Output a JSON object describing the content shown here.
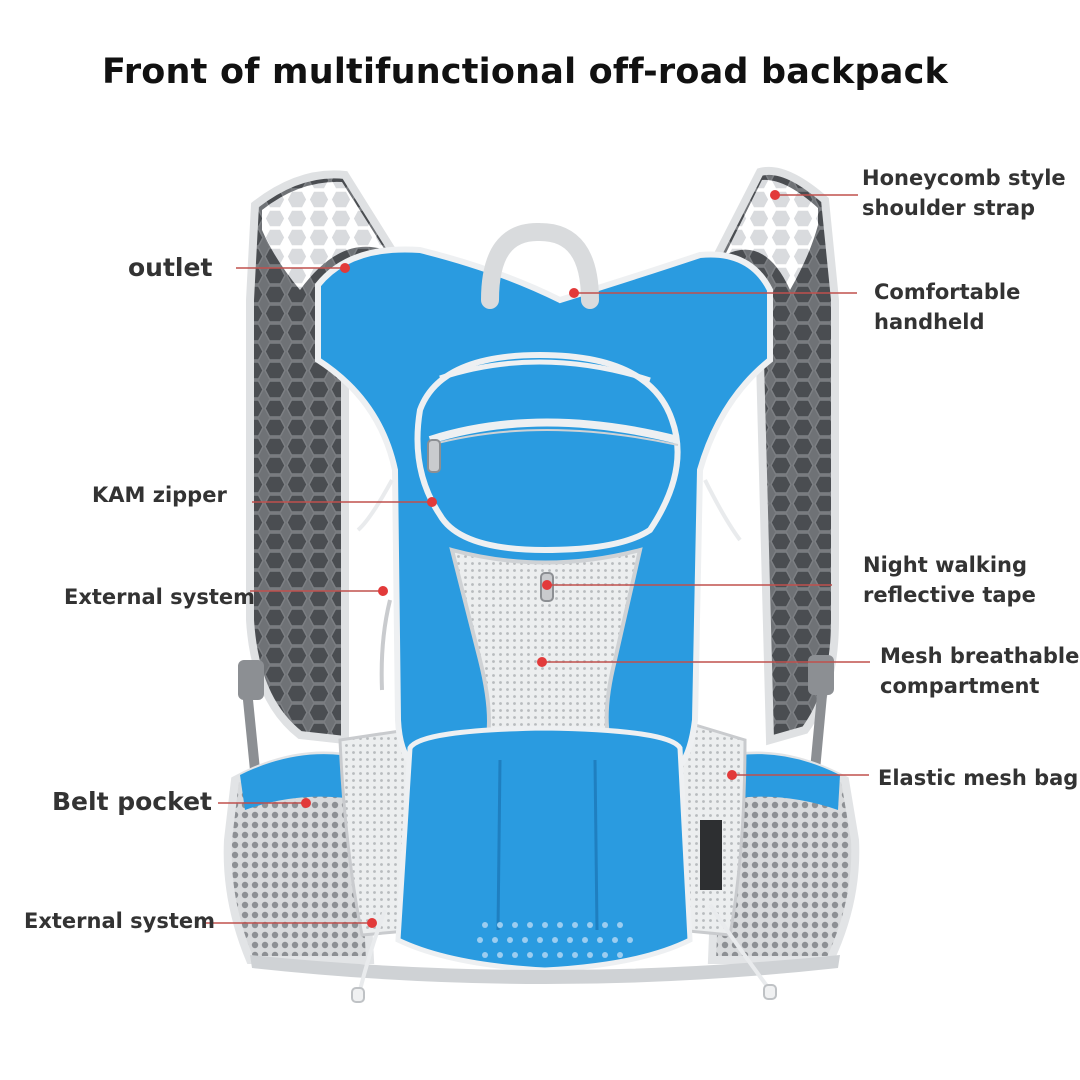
{
  "title": "Front of multifunctional off-road backpack",
  "labels": {
    "outlet": "outlet",
    "kam_zipper": "KAM zipper",
    "external_system": "External system",
    "belt_pocket": "Belt pocket",
    "external_system_bottom": "External system",
    "honeycomb_line1": "Honeycomb style",
    "honeycomb_line2": "shoulder strap",
    "handheld_line1": "Comfortable",
    "handheld_line2": "handheld",
    "reflective_line1": "Night walking",
    "reflective_line2": "reflective tape",
    "mesh_line1": "Mesh breathable",
    "mesh_line2": "compartment",
    "elastic_mesh": "Elastic mesh bag"
  },
  "colors": {
    "pack_blue": "#2a9be0",
    "pack_blue_dark": "#1f7fc0",
    "mesh_light": "#d4d6d8",
    "strap_gray": "#8c8f93",
    "trim_white": "#eef0f2",
    "pointer_red": "#e23a3a",
    "pointer_line": "#c0504d"
  }
}
